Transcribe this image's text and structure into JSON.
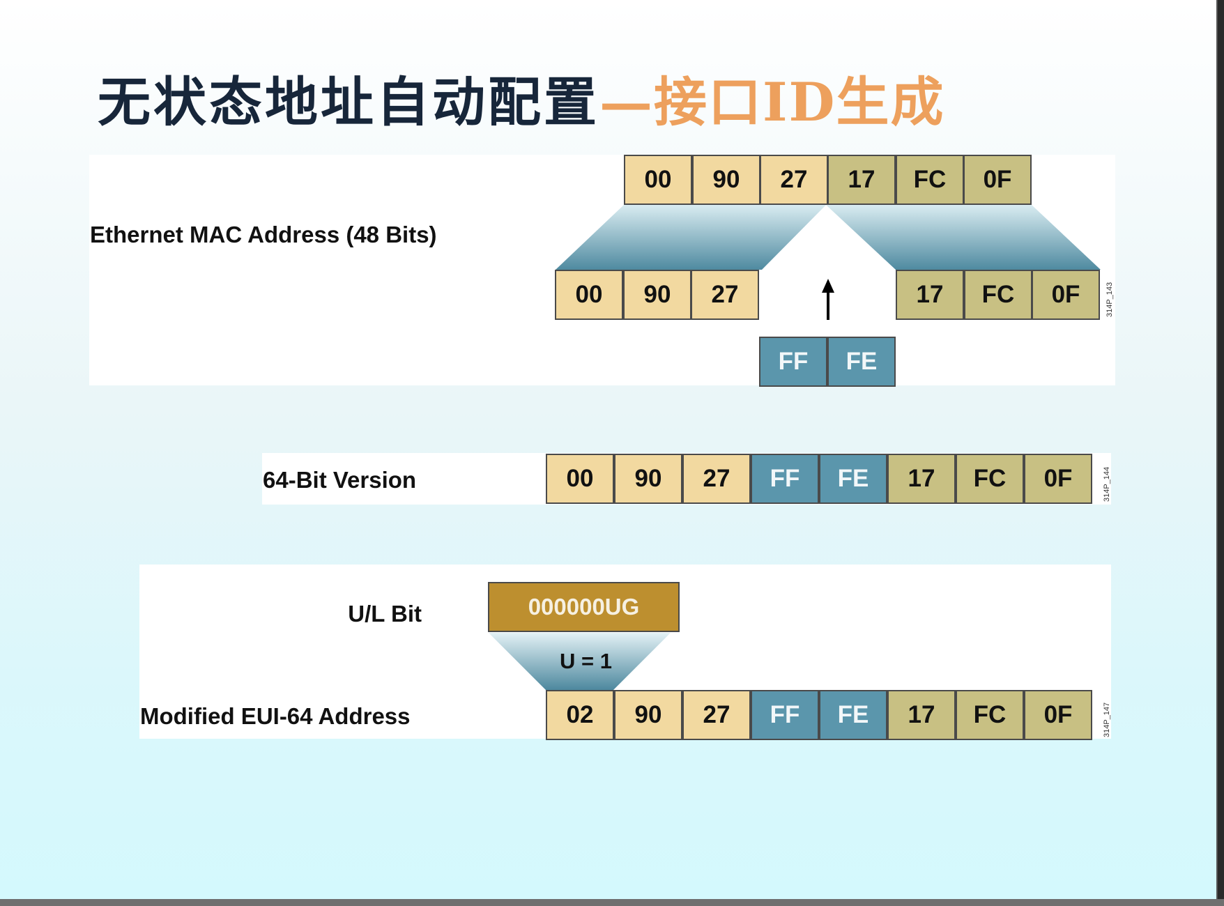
{
  "title": {
    "dark": "无状态地址自动配置",
    "accent": "—接口ID生成"
  },
  "colors": {
    "tan": "#f2d9a0",
    "olive": "#c8c083",
    "blue": "#5b96ac",
    "ul_box": "#bd8f2f",
    "title_dark": "#17263a",
    "title_accent": "#eda05d"
  },
  "mac_section": {
    "label": "Ethernet MAC Address (48 Bits)",
    "mac_top": [
      "00",
      "90",
      "27",
      "17",
      "FC",
      "0F"
    ],
    "left_half": [
      "00",
      "90",
      "27"
    ],
    "right_half": [
      "17",
      "FC",
      "0F"
    ],
    "insert": [
      "FF",
      "FE"
    ],
    "arrow": "up-arrow-icon",
    "code": "314P_143"
  },
  "bit64_section": {
    "label": "64-Bit Version",
    "cells": [
      "00",
      "90",
      "27",
      "FF",
      "FE",
      "17",
      "FC",
      "0F"
    ],
    "code": "314P_144"
  },
  "eui_section": {
    "ul_label": "U/L Bit",
    "ul_bits": "000000UG",
    "u_value": "U = 1",
    "label": "Modified EUI-64 Address",
    "cells": [
      "02",
      "90",
      "27",
      "FF",
      "FE",
      "17",
      "FC",
      "0F"
    ],
    "code": "314P_147"
  }
}
